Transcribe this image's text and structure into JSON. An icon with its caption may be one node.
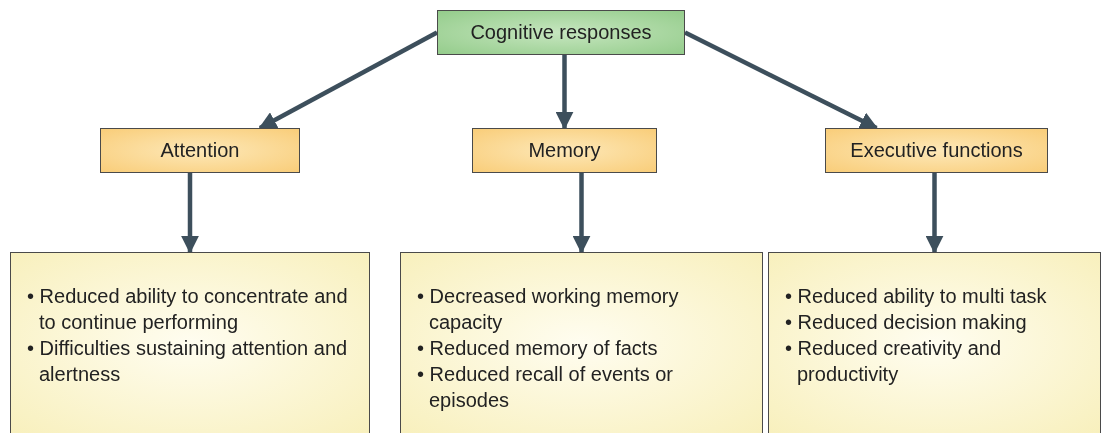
{
  "diagram": {
    "nodes": [
      {
        "text": [
          "Cognitive responses"
        ]
      },
      {
        "text": [
          "Attention"
        ]
      },
      {
        "text": [
          "Memory"
        ]
      },
      {
        "text": [
          "Executive functions"
        ]
      },
      {
        "text": [
          "• Reduced ability to concentrate and to continue performing",
          "• Difficulties sustaining attention and alertness"
        ]
      },
      {
        "text": [
          "• Decreased working memory capacity",
          "• Reduced memory of facts",
          "• Reduced recall of events or episodes"
        ]
      },
      {
        "text": [
          "• Reduced ability to multi task",
          "• Reduced decision making",
          "• Reduced creativity and productivity"
        ]
      }
    ],
    "edges": [
      {
        "from": 0,
        "to": 1,
        "arrow": "to"
      },
      {
        "from": 0,
        "to": 2,
        "arrow": "to"
      },
      {
        "from": 0,
        "to": 3,
        "arrow": "to"
      },
      {
        "from": 1,
        "to": 4,
        "arrow": "to"
      },
      {
        "from": 2,
        "to": 5,
        "arrow": "to"
      },
      {
        "from": 3,
        "to": 6,
        "arrow": "to"
      }
    ]
  }
}
